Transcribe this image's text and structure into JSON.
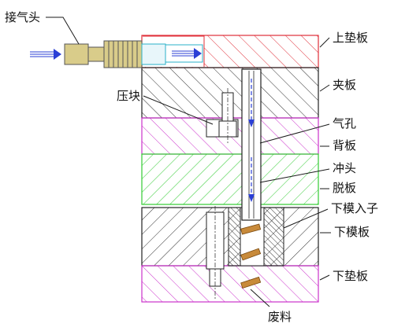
{
  "labels": {
    "air_connector": "接气头",
    "top_pad": "上垫板",
    "clamp_plate": "夹板",
    "press_block": "压块",
    "air_hole": "气孔",
    "back_plate": "背板",
    "punch": "冲头",
    "stripper_plate": "脱板",
    "lower_die_insert": "下模入子",
    "lower_die_plate": "下模板",
    "bottom_pad": "下垫板",
    "scrap": "废料"
  },
  "colors": {
    "top_pad_outline": "#e0303a",
    "back_plate_outline": "#cc33cc",
    "stripper_outline": "#33cc33",
    "air_hose_outline": "#2ab0c8",
    "air_flow_arrow": "#2b3fd6",
    "scrap_fill": "#c88a3a",
    "hatch_line": "#333333",
    "fitting_fill": "#d9cc8a"
  }
}
